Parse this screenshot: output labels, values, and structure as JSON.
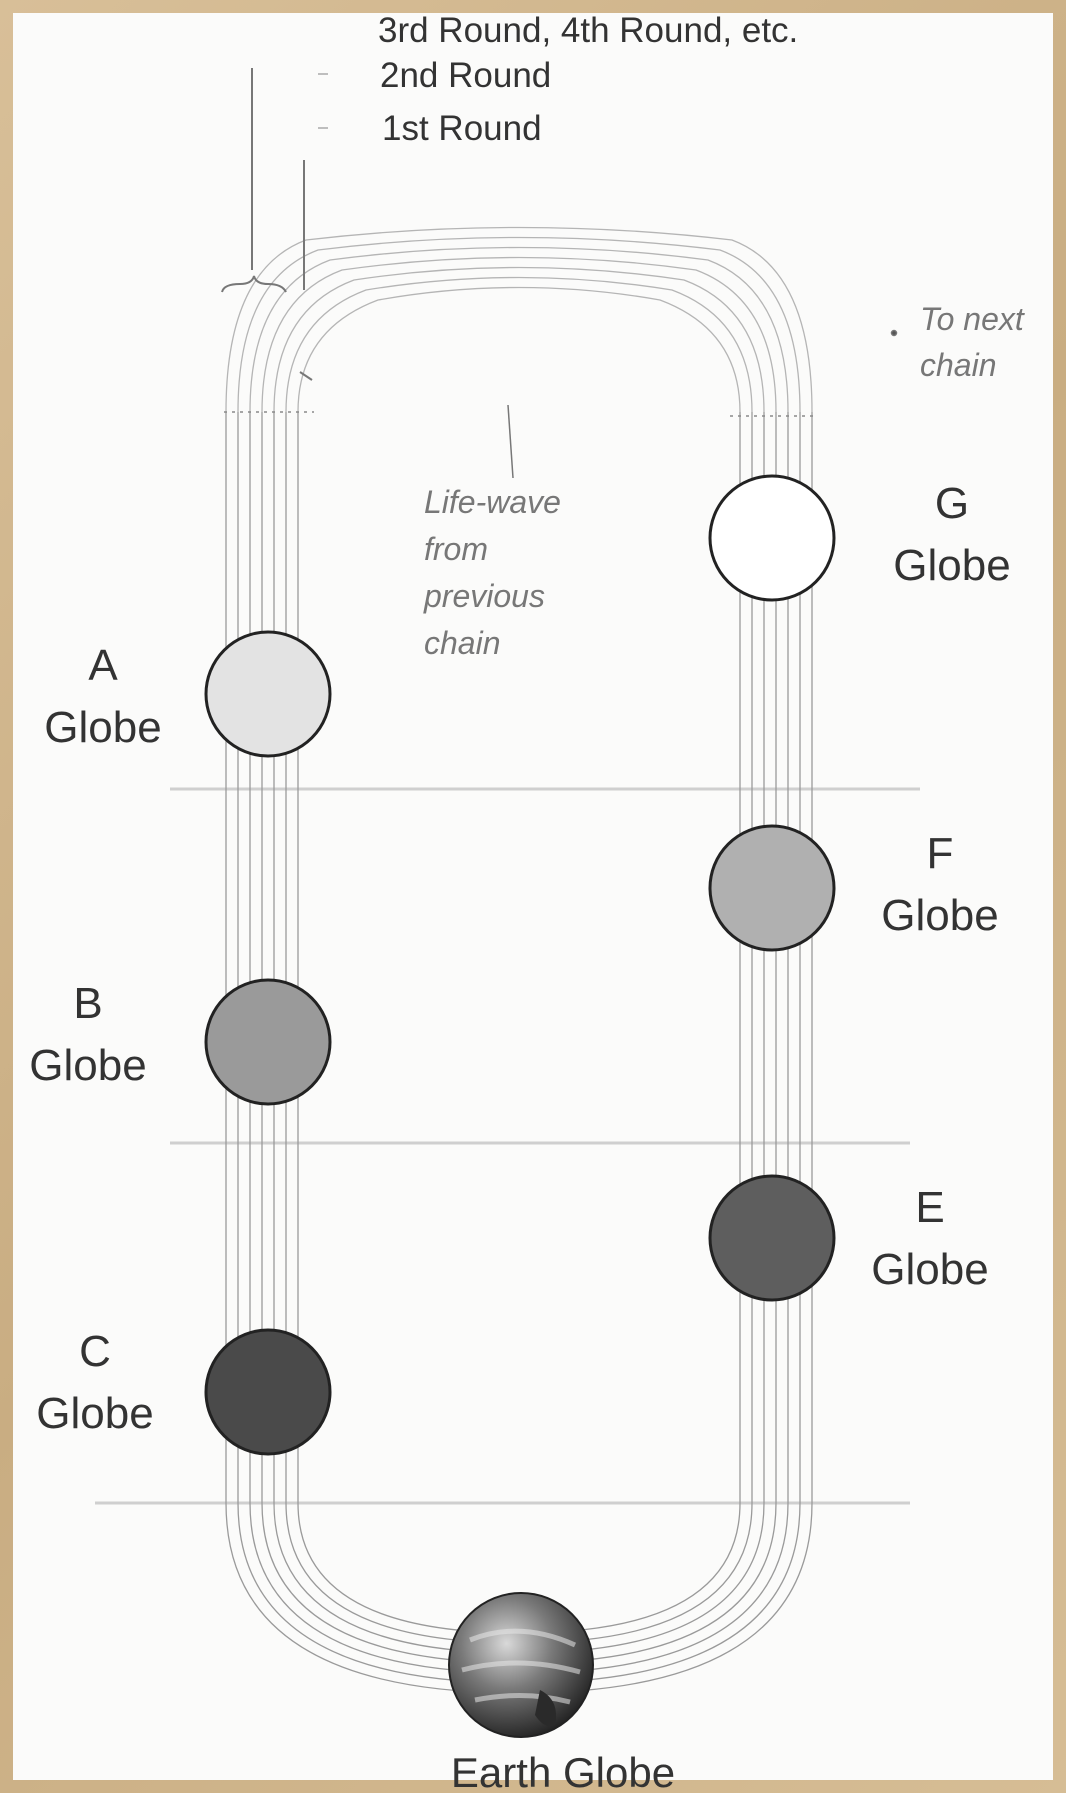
{
  "rounds": {
    "third_plus": "3rd Round, 4th Round, etc.",
    "second": "2nd Round",
    "first": "1st Round"
  },
  "lifewave_note": [
    "Life-wave",
    "from",
    "previous",
    "chain"
  ],
  "next_chain_note": [
    "To next",
    "chain"
  ],
  "globes": [
    {
      "id": "A",
      "label_word": "Globe",
      "shade": "#e3e3e3"
    },
    {
      "id": "B",
      "label_word": "Globe",
      "shade": "#9a9a9a"
    },
    {
      "id": "C",
      "label_word": "Globe",
      "shade": "#4a4a4a"
    },
    {
      "id": "E",
      "label_word": "Globe",
      "shade": "#5e5e5e"
    },
    {
      "id": "F",
      "label_word": "Globe",
      "shade": "#b0b0b0"
    },
    {
      "id": "G",
      "label_word": "Globe",
      "shade": "#ffffff"
    }
  ],
  "earth": {
    "label": "Earth Globe"
  }
}
